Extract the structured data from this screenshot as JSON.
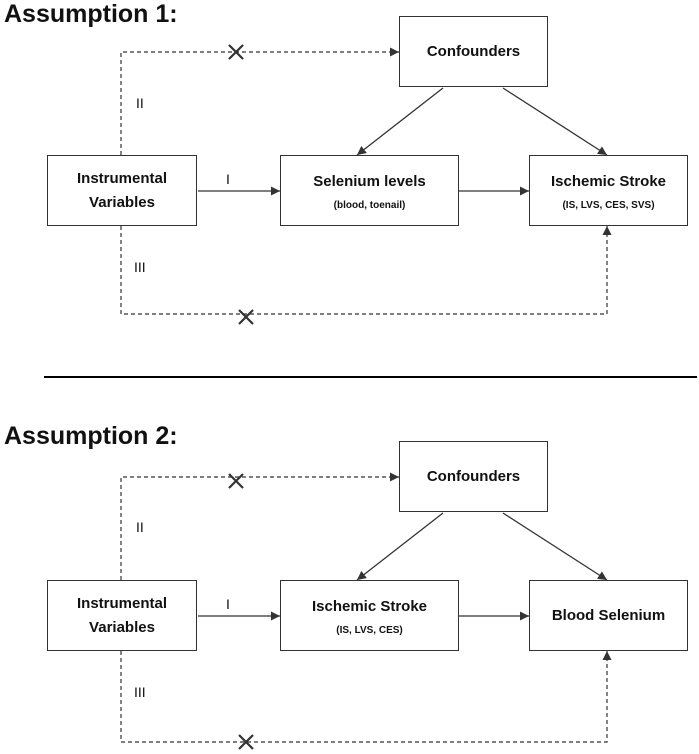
{
  "assumption1": {
    "title": "Assumption 1:",
    "confounders": "Confounders",
    "instrument_line1": "Instrumental",
    "instrument_line2": "Variables",
    "exposure": "Selenium levels",
    "exposure_sub": "(blood, toenail)",
    "outcome": "Ischemic Stroke",
    "outcome_sub": "(IS, LVS, CES, SVS)",
    "path_labels": {
      "i": "I",
      "ii": "II",
      "iii": "III"
    }
  },
  "assumption2": {
    "title": "Assumption 2:",
    "confounders": "Confounders",
    "instrument_line1": "Instrumental",
    "instrument_line2": "Variables",
    "exposure": "Ischemic Stroke",
    "exposure_sub": "(IS, LVS, CES)",
    "outcome": "Blood Selenium",
    "path_labels": {
      "i": "I",
      "ii": "II",
      "iii": "III"
    }
  },
  "colors": {
    "line": "#333333",
    "text": "#111111",
    "divider": "#000000"
  }
}
